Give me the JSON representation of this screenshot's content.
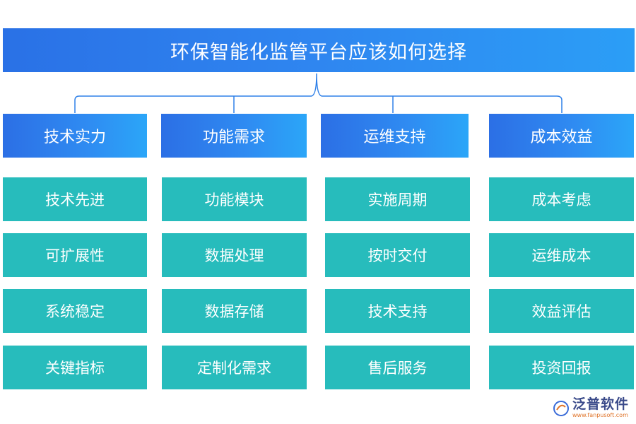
{
  "title": "环保智能化监管平台应该如何选择",
  "categories": [
    {
      "label": "技术实力",
      "items": [
        "技术先进",
        "可扩展性",
        "系统稳定",
        "关键指标"
      ]
    },
    {
      "label": "功能需求",
      "items": [
        "功能模块",
        "数据处理",
        "数据存储",
        "定制化需求"
      ]
    },
    {
      "label": "运维支持",
      "items": [
        "实施周期",
        "按时交付",
        "技术支持",
        "售后服务"
      ]
    },
    {
      "label": "成本效益",
      "items": [
        "成本考虑",
        "运维成本",
        "效益评估",
        "投资回报"
      ]
    }
  ],
  "logo": {
    "name": "泛普软件",
    "url": "www.fanpusoft.com"
  },
  "colors": {
    "header_blue": "#2f86f0",
    "item_teal": "#27bcbc",
    "connector": "#2f80e8"
  }
}
